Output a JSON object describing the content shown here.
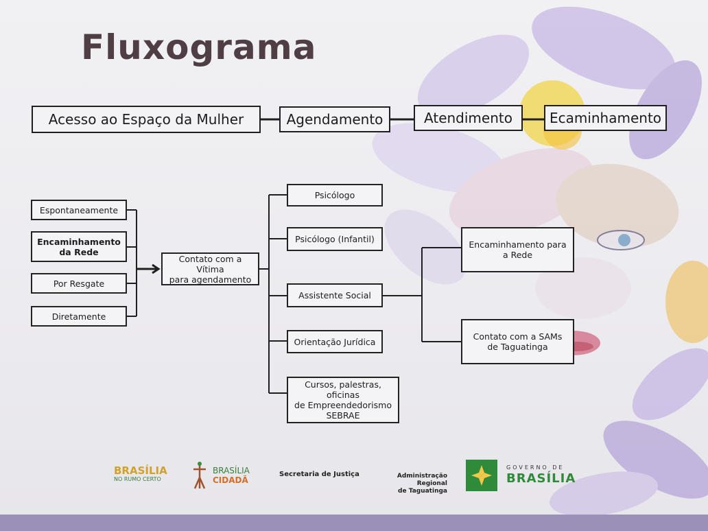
{
  "title": "Fluxograma",
  "header_steps": [
    "Acesso ao Espaço da Mulher",
    "Agendamento",
    "Atendimento",
    "Ecaminhamento"
  ],
  "access_modes": [
    "Espontaneamente",
    "Encaminhamento\nda Rede",
    "Por Resgate",
    "Diretamente"
  ],
  "contact_box": "Contato com a Vítima\npara agendamento",
  "services": [
    "Psicólogo",
    "Psicólogo (Infantil)",
    "Assistente Social",
    "Orientação Jurídica",
    "Cursos, palestras, oficinas\nde Empreendedorismo\nSEBRAE"
  ],
  "referrals": [
    "Encaminhamento para\na Rede",
    "Contato com a SAMs\nde Taguatinga"
  ],
  "footer": {
    "logo1_line1": "BRASÍLIA",
    "logo1_line2": "NO RUMO CERTO",
    "logo2_line1": "BRASÍLIA",
    "logo2_line2": "CIDADÃ",
    "secretaria": "Secretaria de Justiça",
    "administracao": "Administração Regional\nde Taguatinga",
    "governo_line1": "GOVERNO DE",
    "governo_line2": "BRASÍLIA"
  },
  "colors": {
    "title": "#4f3e44",
    "lines": "#1f1f1f",
    "petal_purple": "#a58fd3",
    "flower_yellow": "#f1d64a",
    "lips": "#d2607a",
    "gov_green": "#2f8a3a"
  }
}
